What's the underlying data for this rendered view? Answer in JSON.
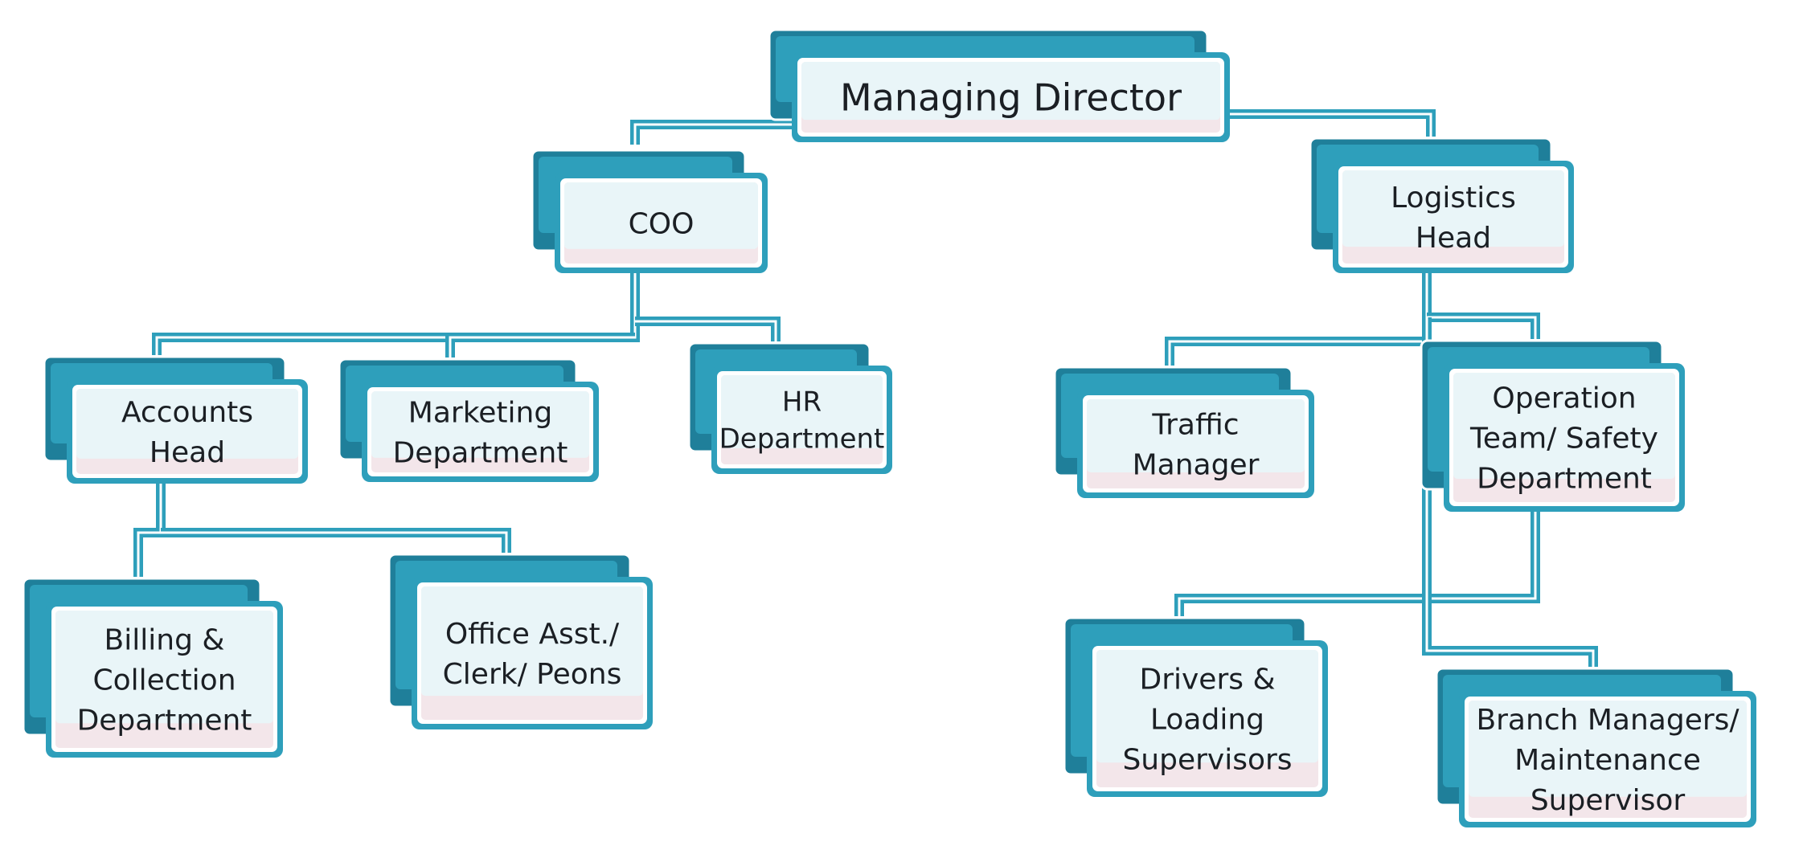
{
  "colors": {
    "primary": "#2e9fbb",
    "dark": "#1f7f9a",
    "light_fill": "#e9f5f8",
    "pink_fill": "#f3e6ea",
    "text": "#1b1f24"
  },
  "nodes": {
    "md": {
      "lines": [
        "Managing Director"
      ]
    },
    "coo": {
      "lines": [
        "COO"
      ]
    },
    "log": {
      "lines": [
        "Logistics",
        "Head"
      ]
    },
    "acc": {
      "lines": [
        "Accounts",
        "Head"
      ]
    },
    "mkt": {
      "lines": [
        "Marketing",
        "Department"
      ]
    },
    "hr": {
      "lines": [
        "HR",
        "Department"
      ]
    },
    "trf": {
      "lines": [
        "Traffic",
        "Manager"
      ]
    },
    "ops": {
      "lines": [
        "Operation",
        "Team/ Safety",
        "Department"
      ]
    },
    "bil": {
      "lines": [
        "Billing &",
        "Collection",
        "Department"
      ]
    },
    "off": {
      "lines": [
        "Office Asst./",
        "Clerk/ Peons"
      ]
    },
    "drv": {
      "lines": [
        "Drivers &",
        "Loading",
        "Supervisors"
      ]
    },
    "brn": {
      "lines": [
        "Branch Managers/",
        "Maintenance",
        "Supervisor"
      ]
    }
  },
  "edges": [
    [
      "md",
      "coo"
    ],
    [
      "md",
      "log"
    ],
    [
      "coo",
      "acc"
    ],
    [
      "coo",
      "mkt"
    ],
    [
      "coo",
      "hr"
    ],
    [
      "acc",
      "bil"
    ],
    [
      "acc",
      "off"
    ],
    [
      "log",
      "trf"
    ],
    [
      "log",
      "ops"
    ],
    [
      "ops",
      "drv"
    ],
    [
      "log",
      "brn"
    ]
  ]
}
